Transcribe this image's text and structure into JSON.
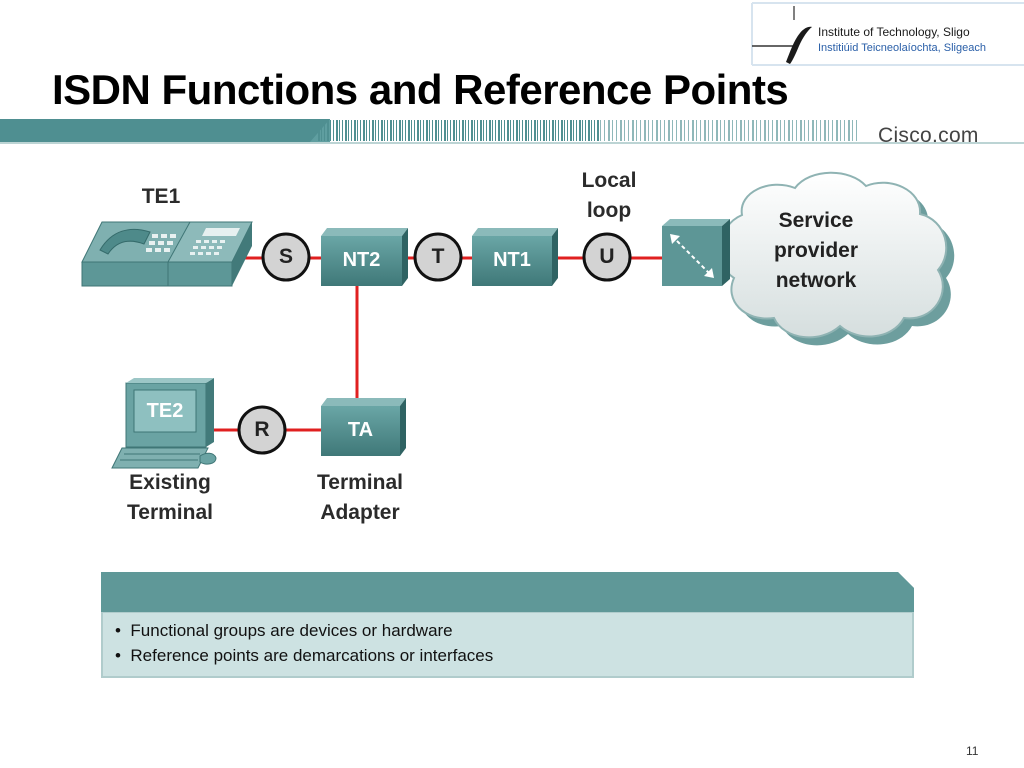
{
  "slide": {
    "title": "ISDN Functions and Reference Points",
    "logo_line1": "Institute of Technology, Sligo",
    "logo_line2": "Institiúid Teicneolaíochta, Sligeach",
    "cisco": "Cisco.com",
    "slide_number": "11"
  },
  "diagram": {
    "te1_label": "TE1",
    "te2_label": "TE2",
    "local_loop_label": "Local\nloop",
    "cloud_label": "Service\nprovider\nnetwork",
    "existing_terminal_label": "Existing\nTerminal",
    "terminal_adapter_label": "Terminal\nAdapter",
    "ref_s": "S",
    "ref_t": "T",
    "ref_u": "U",
    "ref_r": "R",
    "nt2": "NT2",
    "nt1": "NT1",
    "ta": "TA"
  },
  "info": {
    "bullets": [
      "Functional groups are devices or hardware",
      "Reference points are demarcations or interfaces"
    ]
  },
  "colors": {
    "teal": "#5a9898",
    "teal_dark": "#3f7777",
    "link_red": "#e02020",
    "info_light": "#c9dfdf"
  }
}
